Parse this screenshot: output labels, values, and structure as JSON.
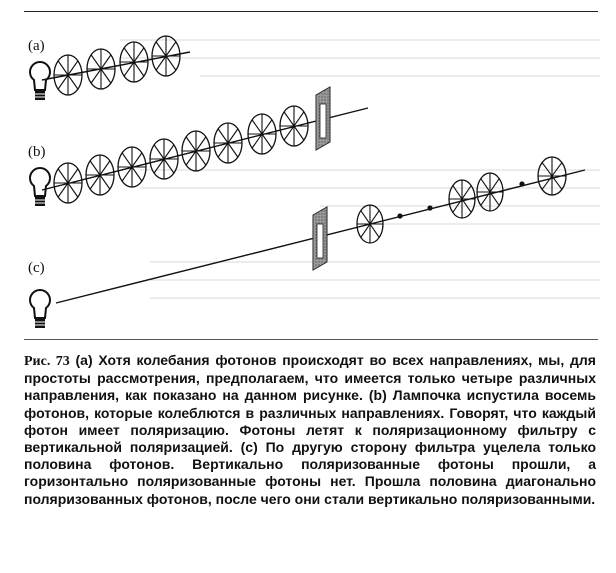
{
  "figure": {
    "panel_labels": [
      "(a)",
      "(b)",
      "(c)"
    ]
  },
  "caption": {
    "label": "Рис. 73",
    "text": " (a) Хотя колебания фотонов происходят во всех направлениях, мы, для простоты рассмотрения, предполагаем, что имеется только четыре различных направления, как показано на данном рисунке. (b) Лампочка испустила восемь фотонов, которые колеблются в различных направлениях. Говорят, что каждый фотон имеет поляризацию. Фотоны летят к поляризационному фильтру с вертикальной поляризацией. (c) По другую сторону фильтра уцелела только половина фотонов. Вертикально поляризованные фотоны прошли, а горизонтально поляризованные фотоны нет. Прошла половина диагонально поляризованных фотонов, после чего они стали вертикально поляризованными."
  }
}
